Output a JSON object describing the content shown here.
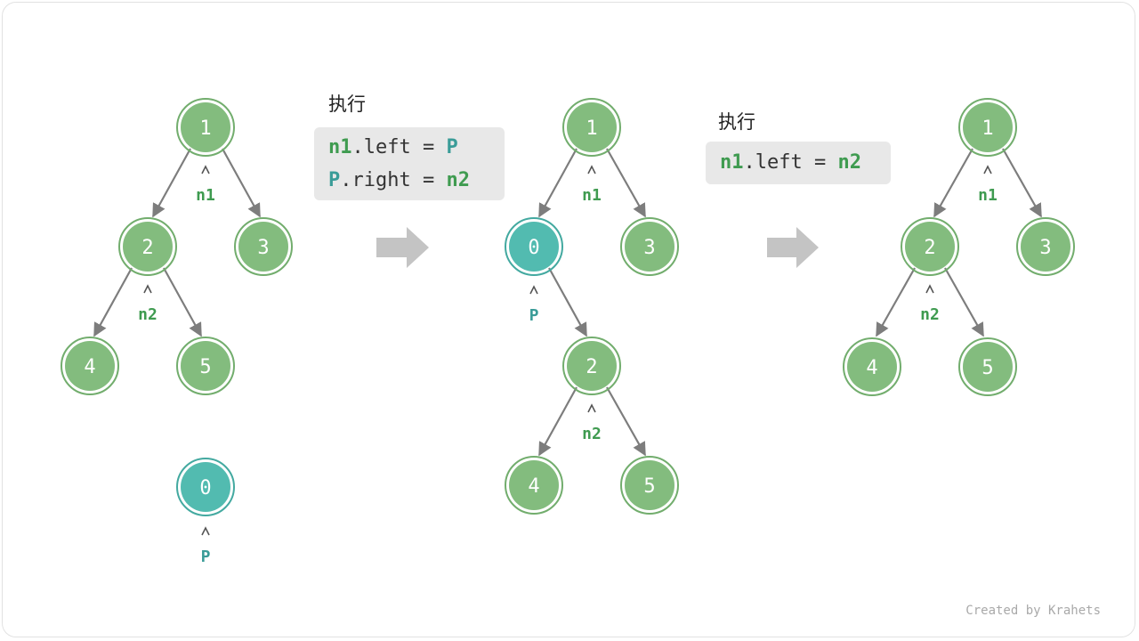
{
  "colors": {
    "node_green": "#83bc7e",
    "node_green_ring": "#72ad6d",
    "node_teal": "#52bbb0",
    "node_teal_ring": "#43a9a0",
    "label_n": "#3f9b50",
    "label_p": "#3a9c98",
    "edge": "#7d7d7d",
    "big_arrow": "#c4c4c4",
    "code_bg": "#e8e8e8"
  },
  "step1": {
    "caption": "执行",
    "code_line1": {
      "a": "n1",
      "b": ".left = ",
      "c": "P"
    },
    "code_line2": {
      "a": "P",
      "b": ".right = ",
      "c": "n2"
    }
  },
  "step2": {
    "caption": "执行",
    "code_line1": {
      "a": "n1",
      "b": ".left = ",
      "c": "n2"
    }
  },
  "trees": {
    "before": {
      "nodes": [
        "1",
        "2",
        "3",
        "4",
        "5",
        "0"
      ],
      "pointers": [
        "n1",
        "n2",
        "P"
      ]
    },
    "middle": {
      "nodes": [
        "1",
        "0",
        "3",
        "2",
        "4",
        "5"
      ],
      "pointers": [
        "n1",
        "P",
        "n2"
      ]
    },
    "after": {
      "nodes": [
        "1",
        "2",
        "3",
        "4",
        "5"
      ],
      "pointers": [
        "n1",
        "n2"
      ]
    }
  },
  "credit": "Created by Krahets"
}
